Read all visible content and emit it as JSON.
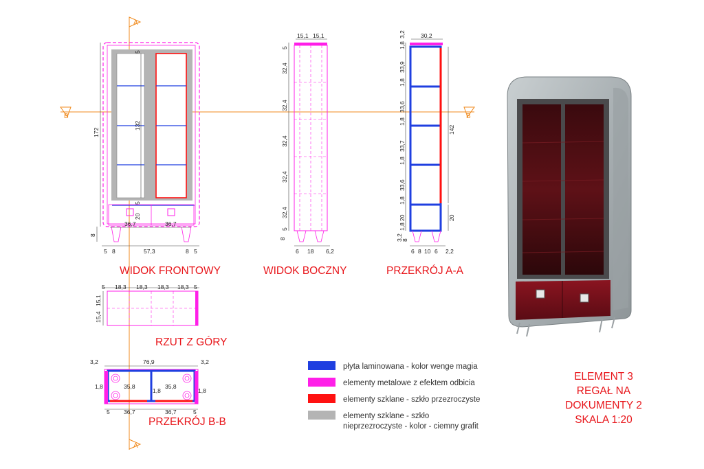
{
  "colors": {
    "laminate": "#1f3fe0",
    "metal": "#ff1fe8",
    "glass_clear": "#ff1111",
    "glass_graphite": "#b4b4b4",
    "section_line": "#f08a1c",
    "title": "#e8161b"
  },
  "views": {
    "front": "WIDOK FRONTOWY",
    "side": "WIDOK BOCZNY",
    "section_aa": "PRZEKRÓJ A-A",
    "top": "RZUT Z GÓRY",
    "section_bb": "PRZEKRÓJ B-B"
  },
  "section_marks": {
    "a": "A",
    "b": "B"
  },
  "front_dims": {
    "height": "172",
    "inner_height": "132",
    "plinth": "8",
    "drawer": "20",
    "frame_top": "5",
    "frame_mid": "5",
    "door_left": "36,7",
    "door_right": "36,7",
    "total_width": "57,3",
    "w_5a": "5",
    "w_8a": "8",
    "w_8b": "8",
    "w_5b": "5"
  },
  "side_dims": {
    "top_a": "15,1",
    "top_b": "15,1",
    "top_5": "5",
    "shelf_1": "32,4",
    "shelf_2": "32,4",
    "shelf_3": "32,4",
    "shelf_4": "32,4",
    "shelf_5": "32,4",
    "bottom_5": "5",
    "plinth": "8",
    "leg_6": "6",
    "leg_18": "18",
    "leg_62": "6,2"
  },
  "section_aa_dims": {
    "top_32": "3,2",
    "depth": "30,2",
    "t1": "1,8",
    "s1": "33,9",
    "t2": "1,8",
    "s2": "33,6",
    "t3": "1,8",
    "s3": "33,7",
    "t4": "1,8",
    "s4": "33,6",
    "t5": "1,8",
    "s5": "20",
    "t6": "1,8",
    "bot_32": "3,2",
    "bot_8": "8",
    "glass_h": "142",
    "drawer_h": "20",
    "b_6": "6",
    "b_8": "8",
    "b_10": "10",
    "b_6b": "6",
    "b_22": "2,2"
  },
  "top_dims": {
    "w_5a": "5",
    "w1": "18,3",
    "w2": "18,3",
    "w3": "18,3",
    "w4": "18,3",
    "w_5b": "5",
    "d1": "15,4",
    "d2": "15,1"
  },
  "bb_dims": {
    "left_32": "3,2",
    "total": "76,9",
    "right_32": "3,2",
    "t_left": "1,8",
    "in_left": "35,8",
    "t_mid": "1,8",
    "in_right": "35,8",
    "t_right": "1,8",
    "b_5a": "5",
    "door_left": "36,7",
    "door_right": "36,7",
    "b_5b": "5"
  },
  "legend": [
    {
      "color": "#1f3fe0",
      "label": "płyta laminowana - kolor wenge magia"
    },
    {
      "color": "#ff1fe8",
      "label": "elementy metalowe z efektem odbicia"
    },
    {
      "color": "#ff1111",
      "label": "elementy szklane - szkło przezroczyste"
    },
    {
      "color": "#b4b4b4",
      "label_line1": "elementy szklane - szkło",
      "label_line2": "nieprzezroczyste - kolor - ciemny grafit"
    }
  ],
  "element_info": {
    "line1": "ELEMENT 3",
    "line2": "REGAŁ NA",
    "line3": "DOKUMENTY 2",
    "line4": "SKALA 1:20"
  }
}
